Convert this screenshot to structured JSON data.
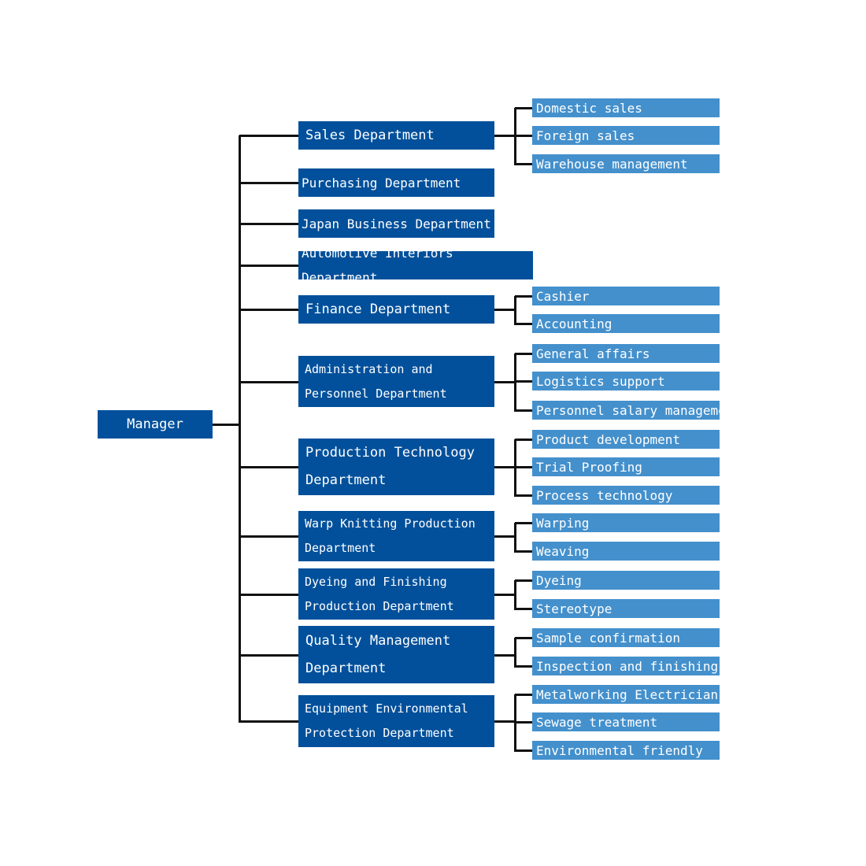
{
  "root": "Manager",
  "departments": [
    {
      "name": "Sales Department",
      "subs": [
        "Domestic sales",
        "Foreign sales",
        "Warehouse management"
      ]
    },
    {
      "name": "Purchasing Department",
      "subs": []
    },
    {
      "name": "Japan Business Department",
      "subs": []
    },
    {
      "name": "Automotive Interiors Department",
      "subs": []
    },
    {
      "name": "Finance Department",
      "subs": [
        "Cashier",
        "Accounting"
      ]
    },
    {
      "name": "Administration and Personnel Department",
      "subs": [
        "General affairs",
        "Logistics support",
        "Personnel salary management"
      ]
    },
    {
      "name": "Production Technology Department",
      "subs": [
        "Product development",
        "Trial Proofing",
        "Process technology"
      ]
    },
    {
      "name": "Warp Knitting Production Department",
      "subs": [
        "Warping",
        "Weaving"
      ]
    },
    {
      "name": "Dyeing and Finishing Production Department",
      "subs": [
        "Dyeing",
        "Stereotype"
      ]
    },
    {
      "name": "Quality Management Department",
      "subs": [
        "Sample confirmation",
        "Inspection and finishing"
      ]
    },
    {
      "name": "Equipment Environmental Protection Department",
      "subs": [
        "Metalworking Electrician",
        "Sewage treatment",
        "Environmental friendly"
      ]
    }
  ],
  "colors": {
    "dept_fill": "#02509b",
    "sub_fill": "#4490cc",
    "connector": "#111111"
  }
}
